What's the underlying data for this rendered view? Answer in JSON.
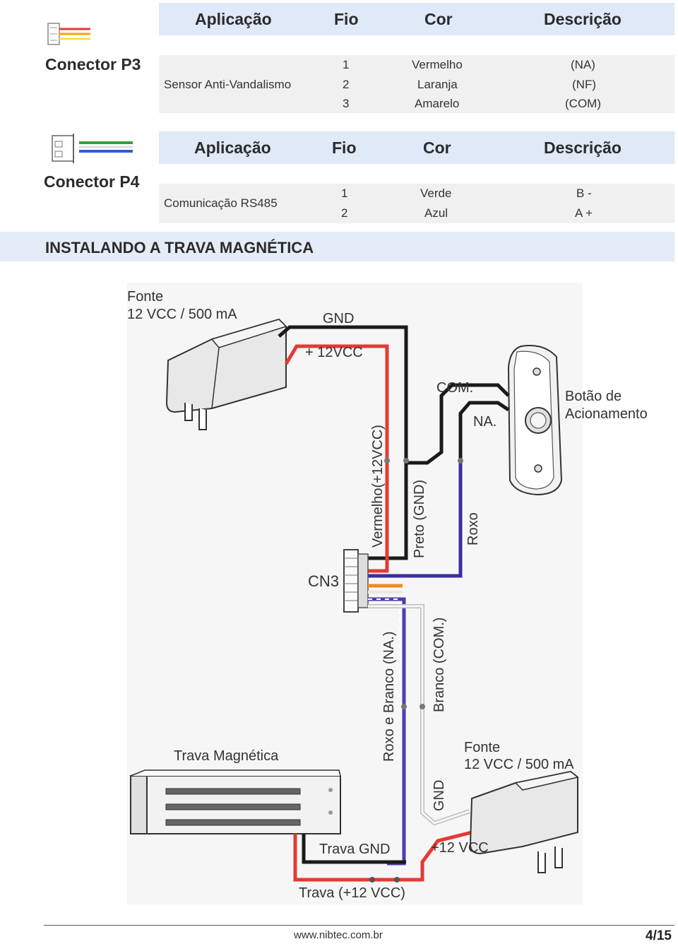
{
  "connector_p3": {
    "label": "Conector P3",
    "headers": [
      "Aplicação",
      "Fio",
      "Cor",
      "Descrição"
    ],
    "application": "Sensor Anti-Vandalismo",
    "rows": [
      {
        "wire": "1",
        "color": "Vermelho",
        "description": "(NA)"
      },
      {
        "wire": "2",
        "color": "Laranja",
        "description": "(NF)"
      },
      {
        "wire": "3",
        "color": "Amarelo",
        "description": "(COM)"
      }
    ]
  },
  "connector_p4": {
    "label": "Conector P4",
    "headers": [
      "Aplicação",
      "Fio",
      "Cor",
      "Descrição"
    ],
    "application": "Comunicação RS485",
    "rows": [
      {
        "wire": "1",
        "color": "Verde",
        "description": "B -"
      },
      {
        "wire": "2",
        "color": "Azul",
        "description": "A +"
      }
    ]
  },
  "section_title": "INSTALANDO A TRAVA MAGNÉTICA",
  "diagram": {
    "supply_top_line1": "Fonte",
    "supply_top_line2": "12 VCC / 500 mA",
    "gnd_top": "GND",
    "vcc_top": "+ 12VCC",
    "com_label": "COM.",
    "na_label": "NA.",
    "button_line1": "Botão de",
    "button_line2": "Acionamento",
    "wire_red": "Vermelho(+12VCC)",
    "wire_black": "Preto (GND)",
    "wire_purple": "Roxo",
    "cn3": "CN3",
    "wire_purple_white": "Roxo e Branco (NA.)",
    "wire_white": "Branco (COM.)",
    "lock_label": "Trava Magnética",
    "supply_bottom_line1": "Fonte",
    "supply_bottom_line2": "12 VCC / 500 mA",
    "gnd_bottom": "GND",
    "lock_gnd": "Trava GND",
    "vcc_bottom": "+12 VCC",
    "lock_vcc": "Trava (+12 VCC)"
  },
  "footer": {
    "url": "www.nibtec.com.br",
    "page": "4/15"
  }
}
